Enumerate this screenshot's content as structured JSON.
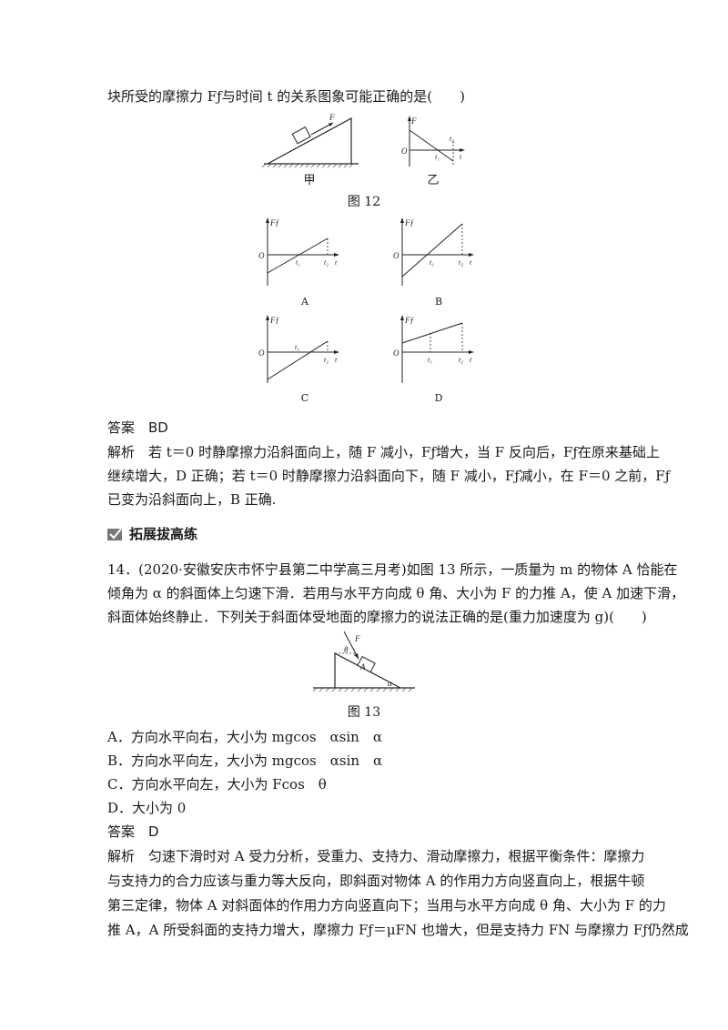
{
  "q13": {
    "stem_tail": "块所受的摩擦力 Fƒ与时间 t 的关系图象可能正确的是(　　)",
    "fig_label_jia": "甲",
    "fig_label_yi": "乙",
    "fig_caption": "图 12",
    "graph_labels": {
      "A": "A",
      "B": "B",
      "C": "C",
      "D": "D"
    },
    "axis": {
      "ft": "Fƒ",
      "t": "t",
      "o": "O",
      "t1": "t₁",
      "t2": "t₂",
      "F": "F"
    },
    "answer": "答案　BD",
    "analysis": [
      "解析　若 t＝0 时静摩擦力沿斜面向上，随 F 减小，Fƒ增大，当 F 反向后，Fƒ在原来基础上",
      "继续增大，D 正确；若 t＝0 时静摩擦力沿斜面向下，随 F 减小，Fƒ减小，在 F＝0 之前，Fƒ",
      "已变为沿斜面向上，B 正确."
    ]
  },
  "section_title": "拓展拔高练",
  "q14": {
    "stem": [
      "14．(2020·安徽安庆市怀宁县第二中学高三月考)如图 13 所示，一质量为 m 的物体 A 恰能在",
      "倾角为 α 的斜面体上匀速下滑．若用与水平方向成 θ 角、大小为 F 的力推 A，使 A 加速下滑，",
      "斜面体始终静止．下列关于斜面体受地面的摩擦力的说法正确的是(重力加速度为 g)(　　)"
    ],
    "fig_caption": "图 13",
    "fig_labels": {
      "F": "F",
      "theta": "θ",
      "A": "A",
      "alpha": "α"
    },
    "options": [
      "A．方向水平向右，大小为 mgcos　αsin　α",
      "B．方向水平向左，大小为 mgcos　αsin　α",
      "C．方向水平向左，大小为 Fcos　θ",
      "D．大小为 0"
    ],
    "answer": "答案　D",
    "analysis": [
      "解析　匀速下滑时对 A 受力分析，受重力、支持力、滑动摩擦力，根据平衡条件：摩擦力",
      "与支持力的合力应该与重力等大反向，即斜面对物体 A 的作用力方向竖直向上，根据牛顿",
      "第三定律，物体 A 对斜面体的作用力方向竖直向下；当用与水平方向成 θ 角、大小为 F 的力",
      "推 A，A 所受斜面的支持力增大，摩擦力 Fƒ＝μFN 也增大，但是支持力 FN 与摩擦力 Fƒ仍然成"
    ]
  },
  "colors": {
    "text": "#1a1a1a",
    "icon_bg": "#777777"
  }
}
